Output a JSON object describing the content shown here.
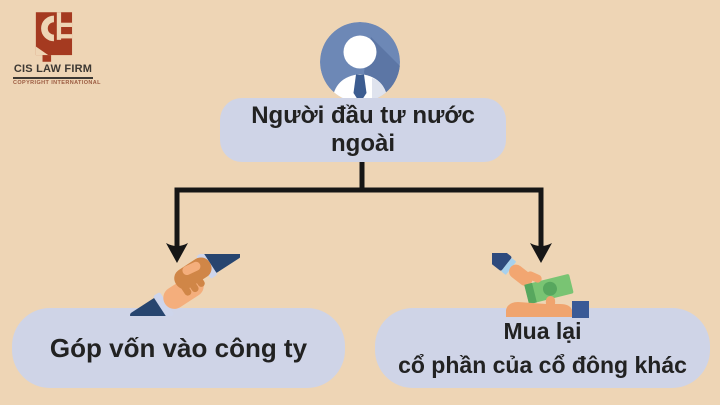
{
  "colors": {
    "background": "#eed5b5",
    "node-fill": "#cfd4e7",
    "node-text": "#222222",
    "arrow": "#161616",
    "logo-red": "#a53a20",
    "avatar-blue": "#6d88b6",
    "avatar-shadow": "#5c76a5",
    "tie-navy": "#3c5c90",
    "sleeve-navy": "#27456f",
    "money-green": "#79c473"
  },
  "logo": {
    "name": "CIS LAW FIRM",
    "tagline": "COPYRIGHT INTERNATIONAL"
  },
  "diagram": {
    "root": {
      "label": "Người đầu tư nước ngoài",
      "icon": "person-avatar-icon"
    },
    "branches": [
      {
        "label": "Góp vốn vào công ty",
        "icon": "handshake-icon"
      },
      {
        "lines": [
          "Mua lại",
          "cổ phần của cổ đông khác"
        ],
        "icon": "money-transfer-icon"
      }
    ]
  }
}
